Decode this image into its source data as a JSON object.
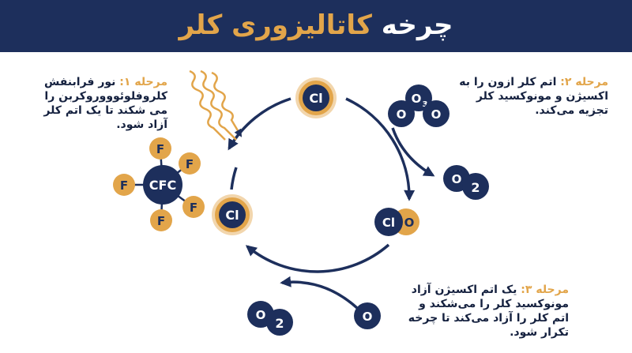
{
  "title": {
    "part1": "چرخه",
    "part2": "کاتالیزوری کلر"
  },
  "atoms": {
    "cl": "Cl",
    "o": "O",
    "o2_main": "O",
    "o2_sub": "2",
    "o3_sub": "3",
    "cfc": "CFC",
    "f": "F"
  },
  "steps": [
    {
      "heading": "مرحله ۱:",
      "text": "نور فرابنفش کلروفلوئوووروکربن را می شکند تا یک اتم کلر آزاد شود."
    },
    {
      "heading": "مرحله ۲:",
      "text": "اتم کلر ازون را به اکسیژن و مونوکسید کلر تجزیه می‌کند."
    },
    {
      "heading": "مرحله ۳:",
      "text": "یک اتم اکسیژن آزاد مونوکسید کلر را می‌شکند و اتم کلر را آزاد می‌کند تا چرخه تکرار شود."
    }
  ],
  "colors": {
    "navy": "#1d2f5c",
    "gold": "#e2a54a",
    "white": "#ffffff"
  },
  "icons": [
    "uv-wave-icon"
  ]
}
